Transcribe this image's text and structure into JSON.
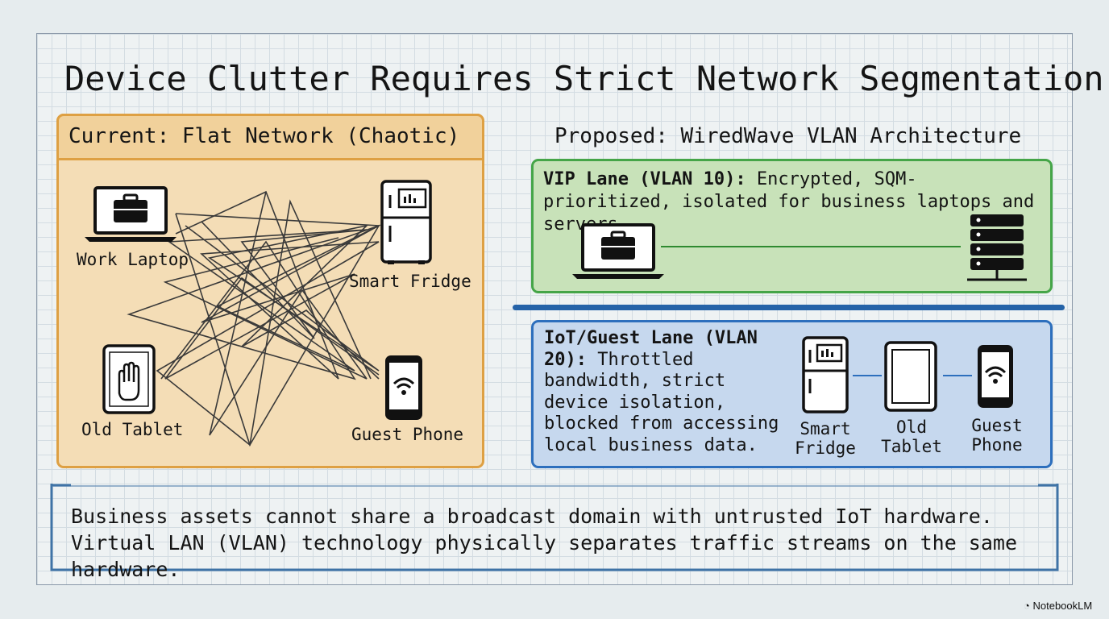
{
  "title": "Device Clutter Requires Strict Network Segmentation",
  "current": {
    "heading": "Current: Flat Network (Chaotic)",
    "devices": {
      "laptop": "Work Laptop",
      "fridge": "Smart Fridge",
      "tablet": "Old Tablet",
      "phone": "Guest Phone"
    }
  },
  "proposed": {
    "heading": "Proposed: WiredWave VLAN Architecture",
    "vip": {
      "label": "VIP Lane (VLAN 10):",
      "description": " Encrypted, SQM-prioritized, isolated for business laptops and servers."
    },
    "iot": {
      "label": "IoT/Guest Lane (VLAN 20):",
      "description": " Throttled bandwidth, strict device isolation, blocked from accessing local business data.",
      "devices": {
        "fridge": "Smart Fridge",
        "tablet": "Old Tablet",
        "phone": "Guest Phone"
      }
    }
  },
  "footer": "Business assets cannot share a broadcast domain with untrusted IoT hardware. Virtual LAN (VLAN) technology physically separates traffic streams on the same hardware.",
  "watermark": "NotebookLM",
  "colors": {
    "flat_border": "#dea043",
    "flat_fill": "#f4ddb6",
    "vip_border": "#45a548",
    "vip_fill": "#c8e2b9",
    "iot_border": "#2d6fbd",
    "iot_fill": "#c6d8ee"
  }
}
